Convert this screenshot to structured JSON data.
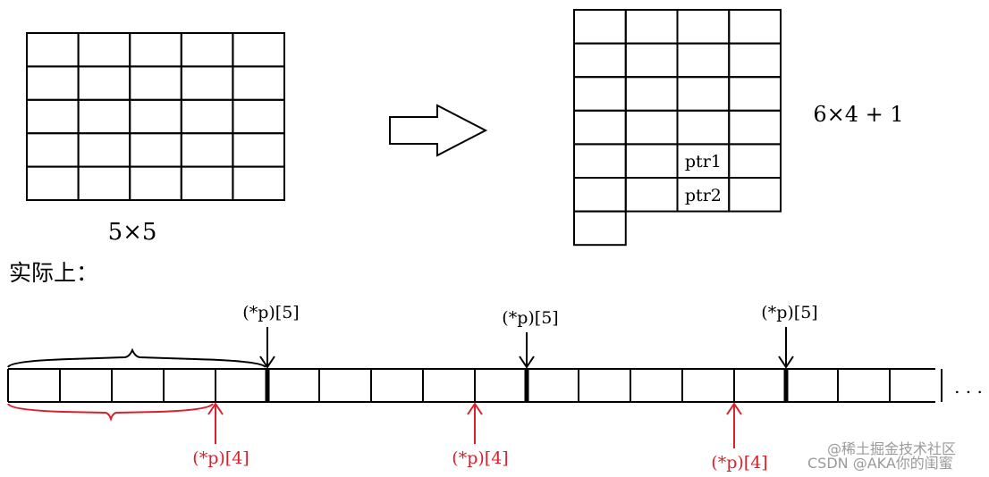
{
  "left_grid": {
    "rows": 5,
    "cols": 5,
    "label": "5×5"
  },
  "right_grid": {
    "full_rows": 6,
    "cols": 4,
    "extra_cells": 1,
    "label": "6×4 + 1",
    "cell_labels": [
      {
        "row": 4,
        "col": 2,
        "text": "ptr1"
      },
      {
        "row": 5,
        "col": 2,
        "text": "ptr2"
      }
    ]
  },
  "section_heading": "实际上：",
  "memory_strip": {
    "cells": 18,
    "ellipsis": ". . .",
    "row_pointer_label": "(*p)[5]",
    "row_pointer_boundaries": [
      5,
      10,
      15
    ],
    "sub_pointer_label": "(*p)[4]",
    "sub_pointer_boundaries": [
      4,
      9,
      14
    ]
  },
  "colors": {
    "line": "#000000",
    "accent_red": "#d9202b",
    "watermark": "#9a9a9a"
  },
  "watermark": "CSDN @AKA你的闺蜜",
  "watermark_faint": "@稀土掘金技术社区"
}
